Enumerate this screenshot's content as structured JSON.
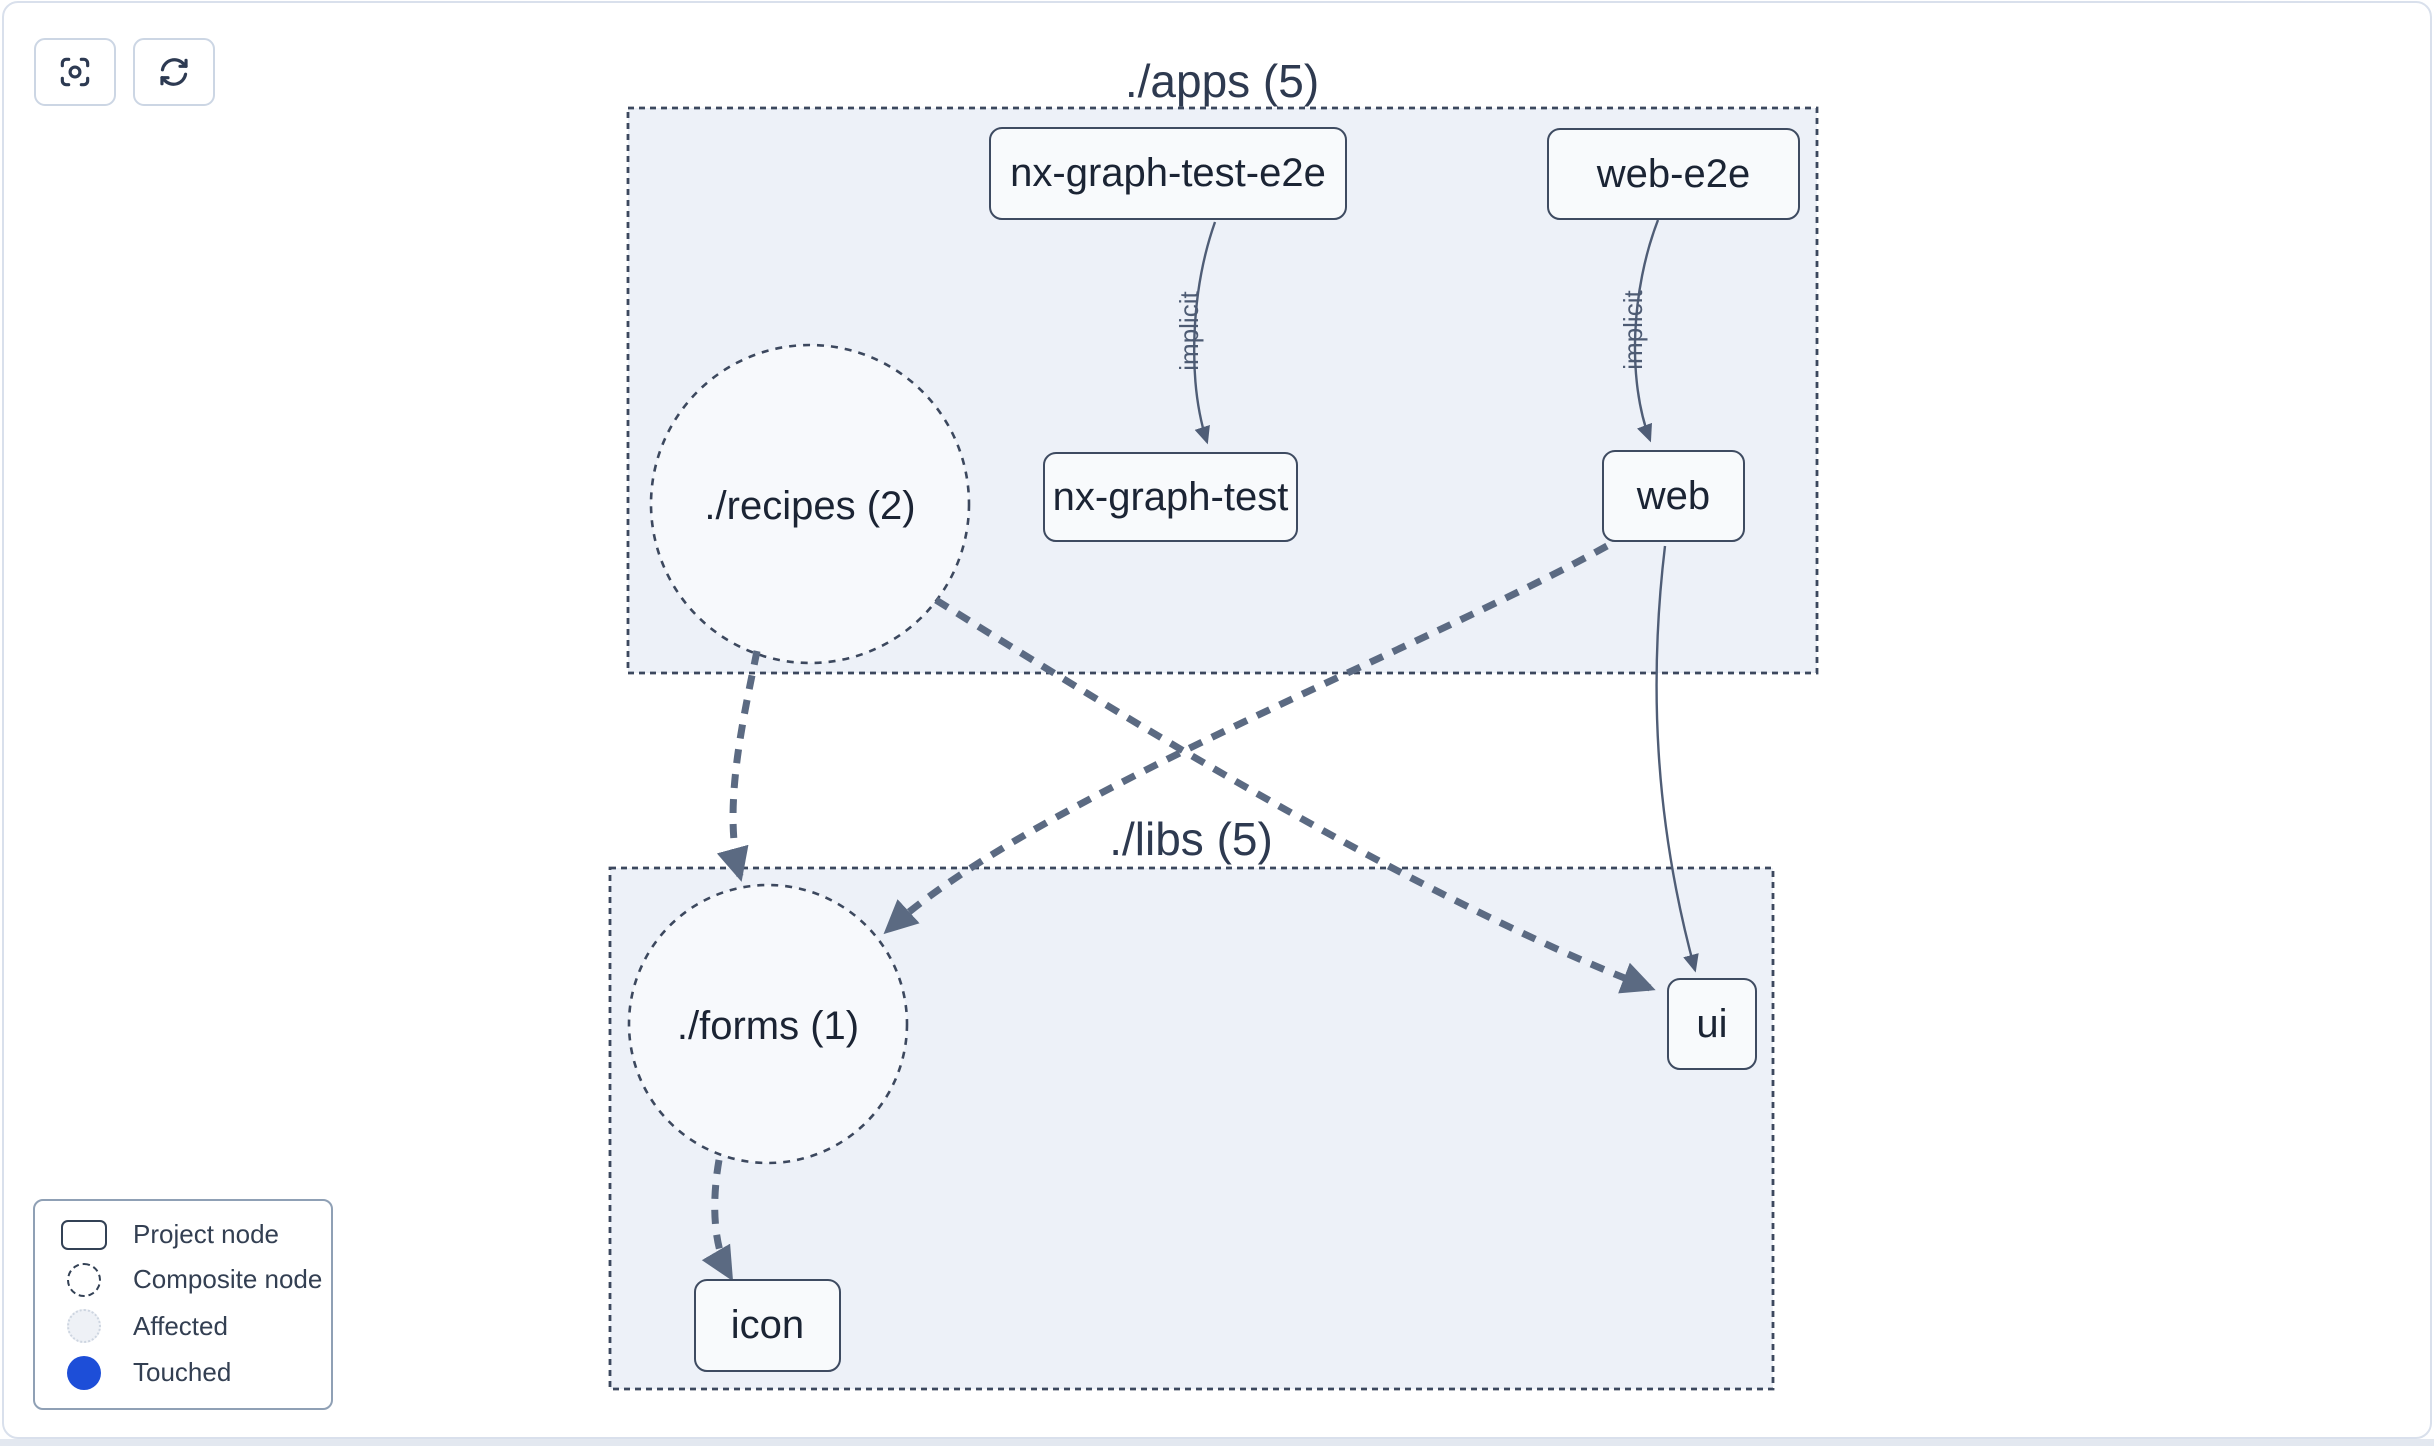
{
  "toolbar": {
    "buttons": [
      {
        "name": "focus-button",
        "icon": "focus-icon"
      },
      {
        "name": "refresh-button",
        "icon": "refresh-icon"
      }
    ]
  },
  "groups": {
    "apps": {
      "title": "./apps (5)"
    },
    "libs": {
      "title": "./libs (5)"
    }
  },
  "nodes": {
    "nx_graph_test_e2e": {
      "label": "nx-graph-test-e2e",
      "type": "project",
      "group": "apps"
    },
    "web_e2e": {
      "label": "web-e2e",
      "type": "project",
      "group": "apps"
    },
    "recipes": {
      "label": "./recipes (2)",
      "type": "composite",
      "group": "apps"
    },
    "nx_graph_test": {
      "label": "nx-graph-test",
      "type": "project",
      "group": "apps"
    },
    "web": {
      "label": "web",
      "type": "project",
      "group": "apps"
    },
    "forms": {
      "label": "./forms (1)",
      "type": "composite",
      "group": "libs"
    },
    "ui": {
      "label": "ui",
      "type": "project",
      "group": "libs"
    },
    "icon": {
      "label": "icon",
      "type": "project",
      "group": "libs"
    }
  },
  "edges": [
    {
      "from": "nx-graph-test-e2e",
      "to": "nx-graph-test",
      "label": "implicit",
      "style": "solid"
    },
    {
      "from": "web-e2e",
      "to": "web",
      "label": "implicit",
      "style": "solid"
    },
    {
      "from": "./recipes (2)",
      "to": "./forms (1)",
      "label": "",
      "style": "dashed"
    },
    {
      "from": "./recipes (2)",
      "to": "ui",
      "label": "",
      "style": "dashed"
    },
    {
      "from": "web",
      "to": "./forms (1)",
      "label": "",
      "style": "dashed"
    },
    {
      "from": "web",
      "to": "ui",
      "label": "",
      "style": "solid"
    },
    {
      "from": "./forms (1)",
      "to": "icon",
      "label": "",
      "style": "dashed"
    }
  ],
  "legend": {
    "items": [
      {
        "label": "Project node"
      },
      {
        "label": "Composite node"
      },
      {
        "label": "Affected"
      },
      {
        "label": "Touched"
      }
    ]
  },
  "colors": {
    "touched_blue": "#1d4ed8",
    "group_fill": "#edf1f8",
    "node_fill": "#f8fafc",
    "node_border": "#3e4b61",
    "edge_dashed": "#5b6a82",
    "edge_solid": "#4f5d76",
    "group_border": "#3c485e",
    "page_frame": "#d9e0ec"
  }
}
